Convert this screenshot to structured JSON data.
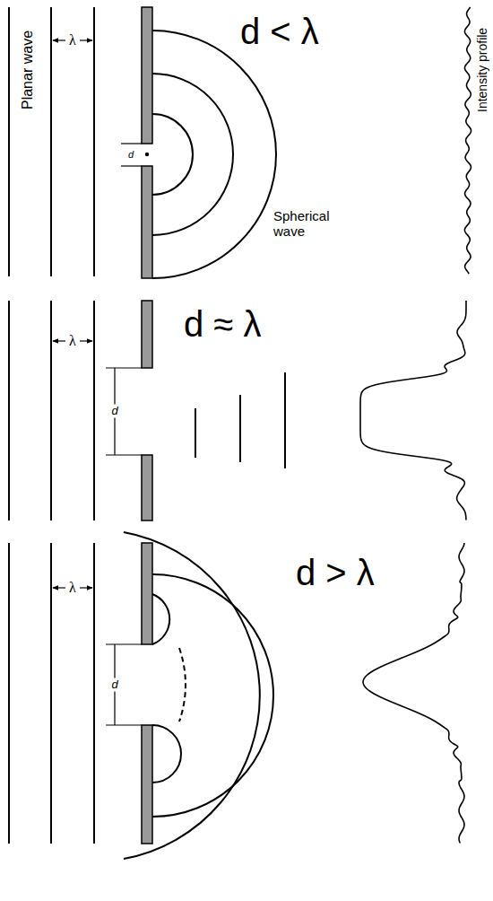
{
  "diagram": {
    "labels": [
      "Planar wave",
      "λ",
      "d < λ",
      "d",
      "Spherical wave",
      "Intensity profile",
      "λ",
      "d ≈ λ",
      "d",
      "λ",
      "d > λ",
      "d"
    ]
  }
}
